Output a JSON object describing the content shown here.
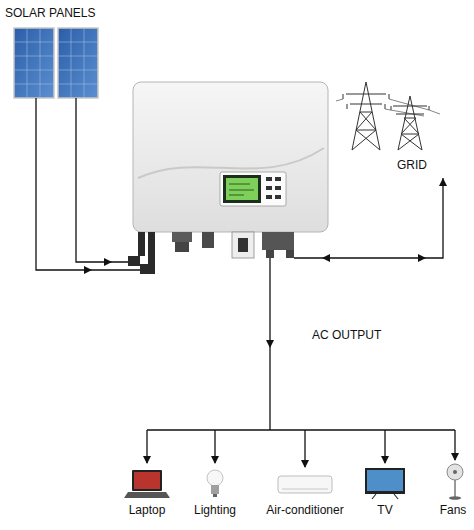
{
  "diagram": {
    "nodes": [
      {
        "text": [
          "SOLAR PANELS"
        ]
      },
      {
        "text": [
          "GRID"
        ]
      },
      {
        "text": [
          "Laptop"
        ]
      },
      {
        "text": [
          "Lighting"
        ]
      },
      {
        "text": [
          "Air-conditioner"
        ]
      },
      {
        "text": [
          "TV"
        ]
      },
      {
        "text": [
          "Fans"
        ]
      }
    ],
    "labels": [
      "AC OUTPUT"
    ]
  }
}
